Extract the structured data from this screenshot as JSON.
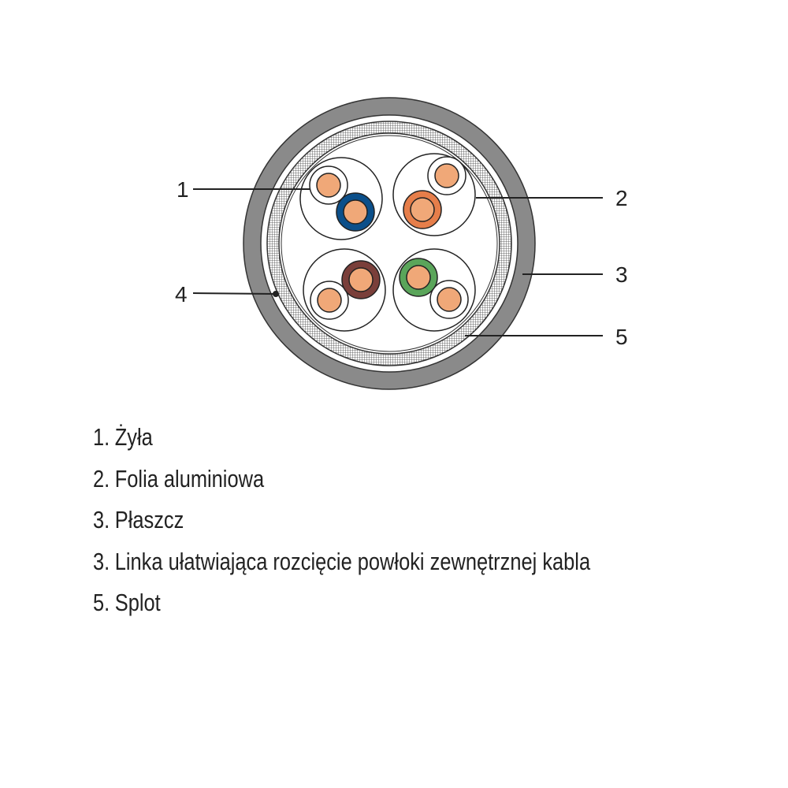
{
  "callouts": [
    "1",
    "2",
    "3",
    "4",
    "5"
  ],
  "legend": [
    {
      "num": "1.",
      "label": "Żyła"
    },
    {
      "num": "2.",
      "label": "Folia aluminiowa"
    },
    {
      "num": "3.",
      "label": "Płaszcz"
    },
    {
      "num": "3.",
      "label": "Linka ułatwiająca rozcięcie powłoki zewnętrznej kabla"
    },
    {
      "num": "5.",
      "label": "Splot"
    }
  ],
  "colors": {
    "jacket": "#8a8a8a",
    "copper": "#f0a878",
    "blue": "#0b4f8a",
    "orange": "#e67e4a",
    "brown": "#7a3f3a",
    "green": "#5aa55a"
  }
}
